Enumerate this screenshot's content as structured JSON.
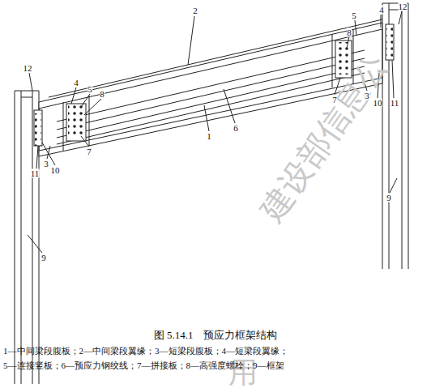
{
  "diagram": {
    "caption": "图 5.14.1　预应力框架结构",
    "labels": [
      "12",
      "4",
      "5",
      "8",
      "3",
      "11",
      "10",
      "7",
      "2",
      "1",
      "6",
      "9",
      "5",
      "4",
      "12",
      "8",
      "7",
      "3",
      "10",
      "11",
      "9",
      "1—中间梁段腹板；2—中间梁段翼缘；3—短梁段腹板；4—短梁段翼缘；",
      "5—连接竖板；6—预应力钢绞线；7—拼接板；8—高强度螺栓；9—框架",
      "建设部信息公",
      "用"
    ]
  }
}
